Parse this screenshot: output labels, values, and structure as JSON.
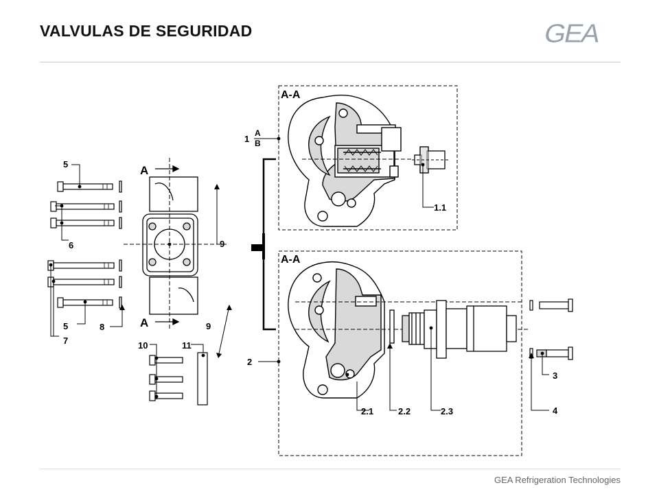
{
  "header": {
    "title": "VALVULAS DE SEGURIDAD",
    "logo_text": "GEA"
  },
  "footer": {
    "company": "GEA Refrigeration  Technologies"
  },
  "diagram": {
    "section_top": "A-A",
    "section_bottom": "A-A",
    "section_marker_top": "A",
    "section_marker_bottom": "A",
    "variant_a": "A",
    "variant_b": "B",
    "labels": {
      "p1": "1",
      "p1_1": "1.1",
      "p2": "2",
      "p2_1": "2.1",
      "p2_2": "2.2",
      "p2_3": "2.3",
      "p3": "3",
      "p4": "4",
      "p5_top": "5",
      "p5_bottom": "5",
      "p6": "6",
      "p7": "7",
      "p8": "8",
      "p9_top": "9",
      "p9_bottom": "9",
      "p10": "10",
      "p11": "11"
    }
  }
}
